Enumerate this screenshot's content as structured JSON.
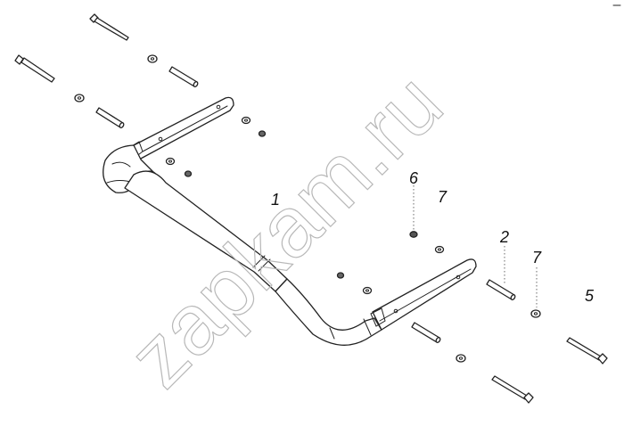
{
  "watermark": {
    "text": "zapkam.ru"
  },
  "callouts": [
    {
      "id": "part-1",
      "label": "1"
    },
    {
      "id": "part-2",
      "label": "2"
    },
    {
      "id": "part-5",
      "label": "5"
    },
    {
      "id": "part-6",
      "label": "6"
    },
    {
      "id": "part-7-upper",
      "label": "7"
    },
    {
      "id": "part-7-lower",
      "label": "7"
    }
  ],
  "colors": {
    "line": "#222222",
    "watermark": "#b8b8b8",
    "background": "#ffffff"
  }
}
